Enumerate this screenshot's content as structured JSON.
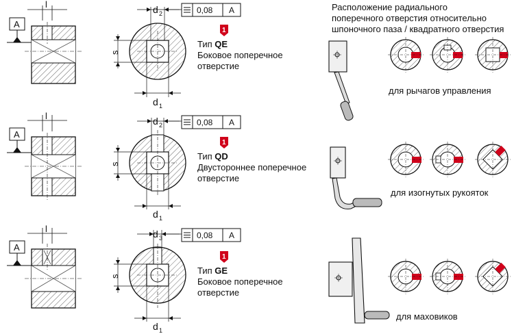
{
  "datum_label": "A",
  "dim": {
    "l": "l",
    "s": "s",
    "d1": "d",
    "d1_sub": "1",
    "d2": "d",
    "d2_sub": "2",
    "d3_sub": "3"
  },
  "tolerance": {
    "value": "0,08",
    "ref": "A"
  },
  "badge": "1",
  "rows": [
    {
      "type_prefix": "Тип ",
      "type_code": "QE",
      "desc_1": "Боковое поперечное",
      "desc_2": "отверстие",
      "top_sub": "2"
    },
    {
      "type_prefix": "Тип ",
      "type_code": "QD",
      "desc_1": "Двустороннее поперечное",
      "desc_2": "отверстие",
      "top_sub": "2"
    },
    {
      "type_prefix": "Тип ",
      "type_code": "GE",
      "desc_1": "Боковое поперечное",
      "desc_2": "отверстие",
      "top_sub": "3"
    }
  ],
  "heading": {
    "line1": "Расположение радиального",
    "line2": "поперечного отверстия относительно",
    "line3": "шпоночного паза / квадратного отверстия"
  },
  "captions": {
    "levers": "для рычагов управления",
    "cranks": "для изогнутых рукояток",
    "wheels": "для маховиков"
  },
  "colors": {
    "accent": "#d0021b",
    "line": "#111111",
    "hatch": "#555555"
  }
}
